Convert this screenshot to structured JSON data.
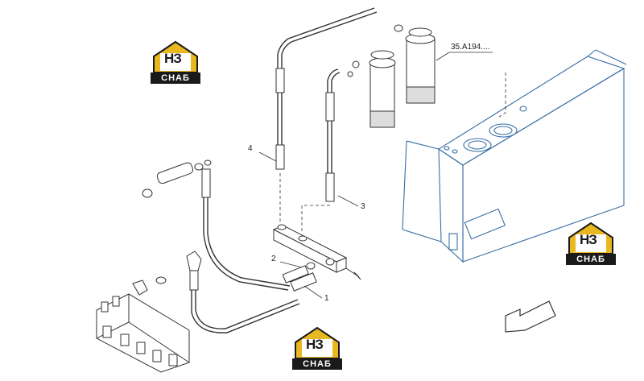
{
  "diagram": {
    "callouts": [
      {
        "id": "c1",
        "text": "1"
      },
      {
        "id": "c2",
        "text": "2"
      },
      {
        "id": "c3",
        "text": "3"
      },
      {
        "id": "c4",
        "text": "4"
      }
    ],
    "reference_label": "35.A194....",
    "colors": {
      "line": "#333333",
      "tank": "#3a6ea5",
      "logo_gold": "#e9b820",
      "logo_dark": "#1a1a1a"
    }
  },
  "watermarks": [
    {
      "id": "wm-top-left",
      "mark": "НЗ",
      "plate": "СНАБ"
    },
    {
      "id": "wm-right",
      "mark": "НЗ",
      "plate": "СНАБ"
    },
    {
      "id": "wm-bottom",
      "mark": "НЗ",
      "plate": "СНАБ"
    }
  ]
}
